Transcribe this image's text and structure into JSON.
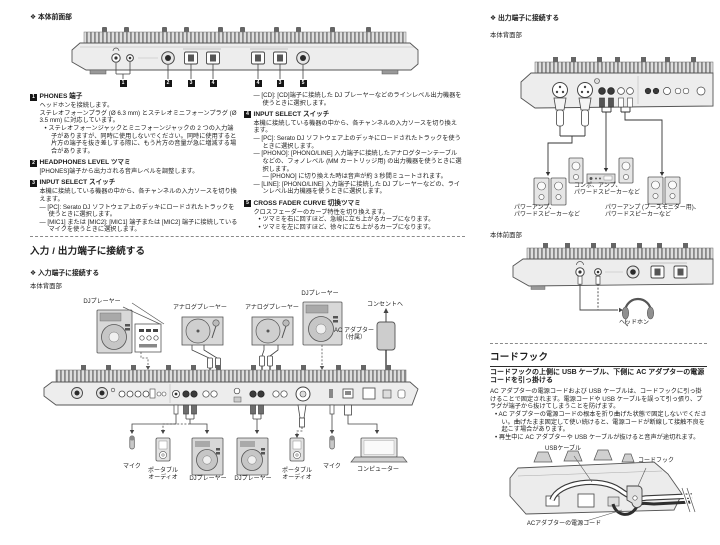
{
  "colors": {
    "text": "#1c1c1c",
    "panel_fill": "#ededed",
    "panel_stroke": "#555555",
    "callout_bg": "#151515"
  },
  "left": {
    "heading": "❖ 本体前面部",
    "item1": {
      "num": "1",
      "title": "PHONES 端子",
      "p1": "ヘッドホンを接続します。",
      "p2": "ステレオフォーンプラグ (Ø 6.3 mm) とステレオミニフォーンプラグ (Ø 3.5 mm) に対応しています。",
      "b1": "• ステレオフォーンジャックとミニフォーンジャックの 2 つの入力端子がありますが、同時に使用しないでください。同時に使用すると片方の端子を抜き差しする際に、もう片方の音量が急に増減する場合があります。"
    },
    "item2": {
      "num": "2",
      "title": "HEADPHONES LEVEL ツマミ",
      "p1": "[PHONES]端子から出力される音声レベルを調整します。"
    },
    "item3": {
      "num": "3",
      "title": "INPUT SELECT スイッチ",
      "p1": "本機に接続している機器の中から、各チャンネルの入力ソースを切り換えます。",
      "d1": "— [PC]: Serato DJ ソフトウェア上のデッキにロードされたトラックを使うときに選択します。",
      "d2": "— [MIC1] または [MIC2]: [MIC1] 端子または [MIC2] 端子に接続しているマイクを使うときに選択します。"
    }
  },
  "middle": {
    "cd": "— [CD]: [CD]端子に接続した DJ プレーヤーなどのラインレベル出力機器を使うときに選択します。",
    "item4": {
      "num": "4",
      "title": "INPUT SELECT スイッチ",
      "p1": "本機に接続している機器の中から、各チャンネルの入力ソースを切り換えます。",
      "d1": "— [PC]: Serato DJ ソフトウェア上のデッキにロードされたトラックを使うときに選択します。",
      "d2": "— [PHONO]: [PHONO/LINE] 入力端子に接続したアナログターンテーブルなどの、フォノレベル (MM カートリッジ用) の出力機器を使うときに選択します。",
      "d2note": "— [PHONO] に切り換えた時は音声が約 3 秒間ミュートされます。",
      "d3": "— [LINE]: [PHONO/LINE] 入力端子に接続した DJ プレーヤーなどの、ラインレベル出力機器を使うときに選択します。"
    },
    "item5": {
      "num": "5",
      "title": "CROSS FADER CURVE 切換ツマミ",
      "p1": "クロスフェーダーのカーブ特性を切り換えます。",
      "b1": "• ツマミを右に回すほど、急峻に立ち上がるカーブになります。",
      "b2": "• ツマミを左に回すほど、徐々に立ち上がるカーブになります。"
    }
  },
  "panelA": {
    "callouts": [
      "1",
      "2",
      "3",
      "4",
      "4",
      "3",
      "5"
    ]
  },
  "io": {
    "title": "入力 / 出力端子に接続する",
    "input_heading": "❖ 入力端子に接続する",
    "rear_label": "本体背面部",
    "labels": {
      "dj_tl": "DJプレーヤー",
      "analog1": "アナログプレーヤー",
      "analog2": "アナログプレーヤー",
      "dj_tr": "DJプレーヤー",
      "outlet": "コンセントへ",
      "adapter": "AC アダプター\n（付属）",
      "mic_l": "マイク",
      "portable_l": "ポータブル\nオーディオ",
      "dj_bl": "DJプレーヤー",
      "dj_br": "DJプレーヤー",
      "portable_r": "ポータブル\nオーディオ",
      "mic_r": "マイク",
      "computer": "コンピューター"
    }
  },
  "out": {
    "heading": "❖ 出力端子に接続する",
    "rear_label": "本体背面部",
    "front_label": "本体前面部",
    "labels": {
      "combo": "コンポ、アンプ、\nパワードスピーカーなど",
      "amp_left": "パワーアンプ、\nパワードスピーカーなど",
      "amp_booth": "パワーアンプ (ブースモニター用)、\nパワードスピーカーなど",
      "headphones": "ヘッドホン"
    }
  },
  "cord": {
    "title": "コードフック",
    "sub": "コードフックの上側に USB ケーブル、下側に AC アダプターの電源コードを引っ掛ける",
    "p1": "AC アダプターの電源コードおよび USB ケーブルは、コードフックに引っ掛けることで固定されます。電源コードや USB ケーブルを誤って引っ張り、プラグが端子から抜けてしまうことを防げます。",
    "b1": "• AC アダプターの電源コードの根本を折り曲げた状態で固定しないでください。曲げたまま固定して使い続けると、電源コードが断線して接触不良を起こす場合があります。",
    "b2": "• 再生中に AC アダプターや USB ケーブルが抜けると音声が途切れます。",
    "labels": {
      "usb": "USBケーブル",
      "hook": "コードフック",
      "accord": "ACアダプターの電源コード"
    }
  }
}
